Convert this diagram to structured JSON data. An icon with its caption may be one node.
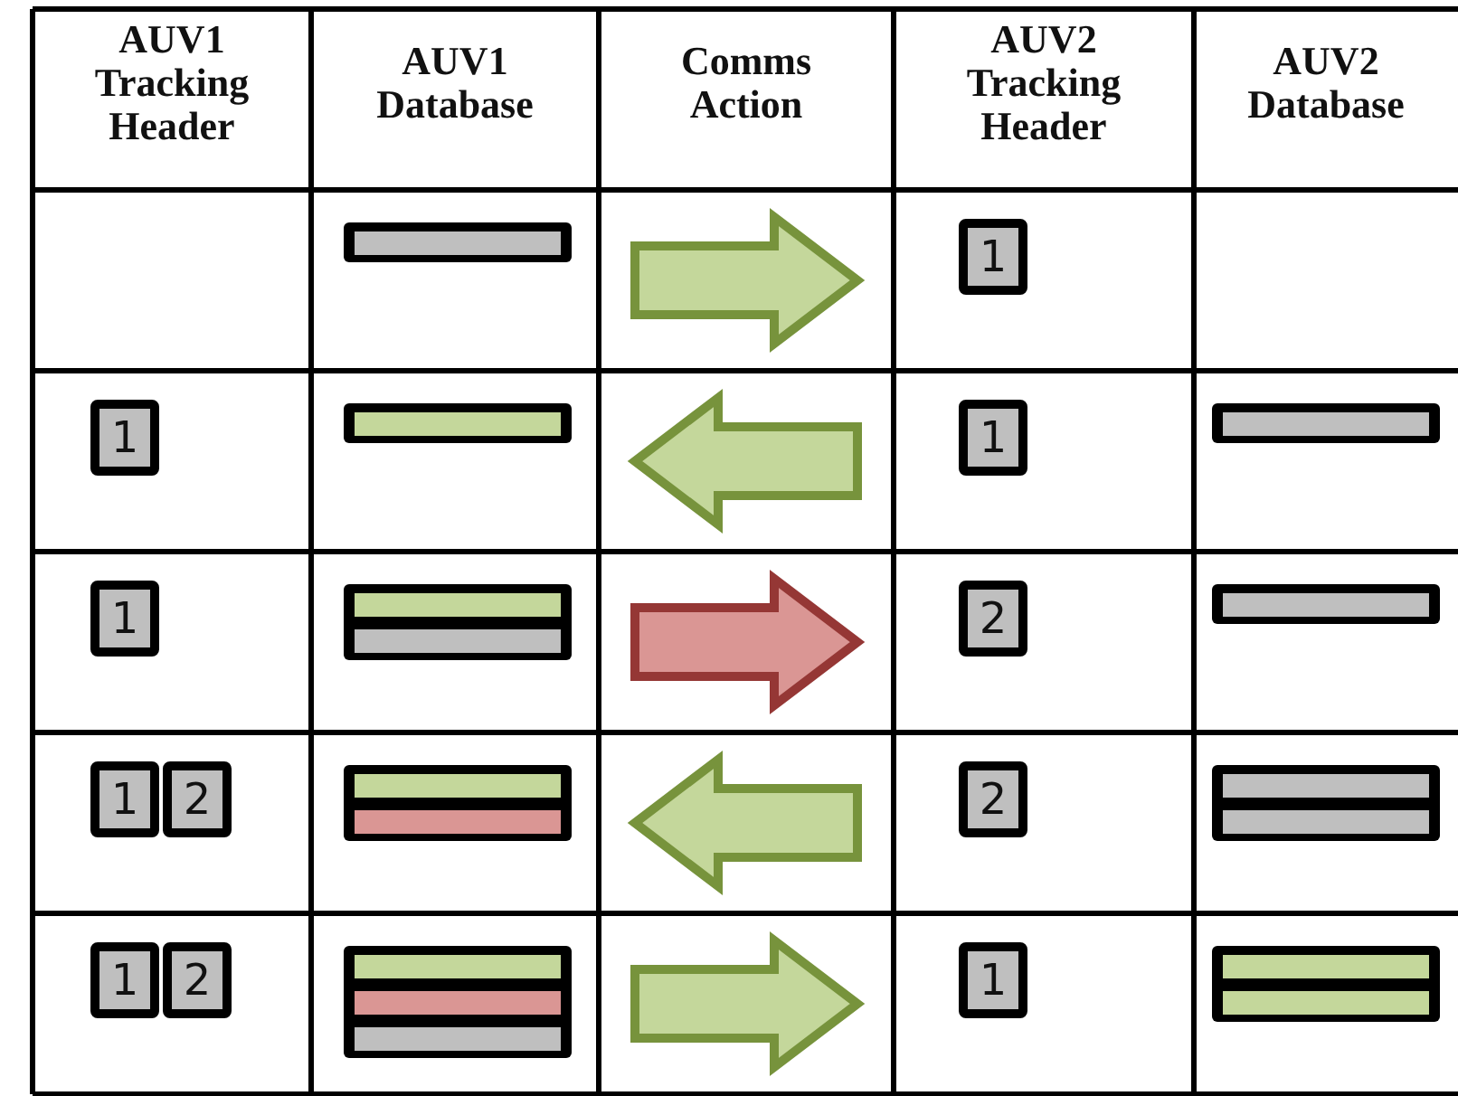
{
  "diagram": {
    "nodes": [
      {
        "text": [
          "1"
        ]
      },
      {
        "text": [
          "1"
        ]
      },
      {
        "text": [
          "1"
        ]
      },
      {
        "text": [
          "1"
        ]
      },
      {
        "text": [
          "2"
        ]
      },
      {
        "text": [
          "1"
        ]
      },
      {
        "text": [
          "2"
        ]
      },
      {
        "text": [
          "2"
        ]
      },
      {
        "text": [
          "1"
        ]
      },
      {
        "text": [
          "2"
        ]
      },
      {
        "text": [
          "1"
        ]
      }
    ],
    "labels": [
      "AUV1 Tracking Header",
      "AUV1 Database",
      "Comms Action",
      "AUV2 Tracking Header",
      "AUV2 Database"
    ]
  }
}
